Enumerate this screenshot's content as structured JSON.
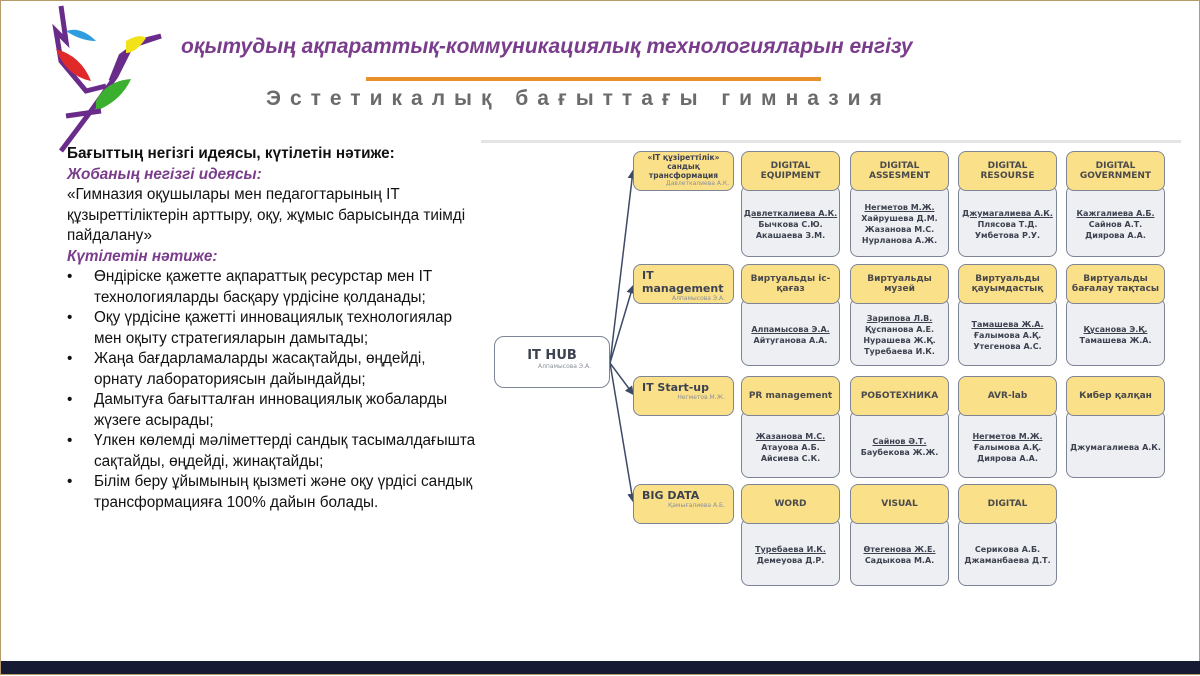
{
  "header": {
    "title": "оқытудың ақпараттық-коммуникациялық технологияларын енгізу",
    "subtitle": "Эстетикалық бағыттағы гимназия"
  },
  "left": {
    "heading": "Бағыттың негізгі идеясы, күтілетін нәтиже:",
    "idea_label": "Жобаның негізгі идеясы:",
    "idea_text": "«Гимназия оқушылары мен педагогтарының IT құзыреттіліктерін арттыру, оқу, жұмыс барысында тиімді пайдалану»",
    "result_label": "Күтілетін нәтиже:",
    "results": [
      "Өндіріске қажетте ақпараттық ресурстар мен IT технологияларды басқару үрдісіне қолданады;",
      "Оқу үрдісіне қажетті инновациялық технологиялар мен оқыту стратегияларын дамытады;",
      "Жаңа бағдарламаларды жасақтайды, өңдейді, орнату лабораториясын дайындайды;",
      "Дамытуға бағытталған инновациялық жобаларды жүзеге асырады;",
      "Үлкен  көлемді мәліметтерді сандық тасымалдағышта сақтайды, өңдейді, жинақтайды;",
      "Білім беру ұйымының қызметі және оқу үрдісі сандық трансформацияға 100% дайын болады."
    ]
  },
  "hub": {
    "label": "IT HUB",
    "lead": "Алпамысова Э.А."
  },
  "branches": [
    {
      "label": "«IT құзіреттілік» сандық трансформация",
      "lead": "Давлеткалиева А.К.",
      "units": [
        {
          "title": "DIGITAL EQUIPMENT",
          "lead": "Давлеткалиева А.К.",
          "members": [
            "Бычкова С.Ю.",
            "Акашаева З.М."
          ]
        },
        {
          "title": "DIGITAL ASSESMENT",
          "lead": "Негметов М.Ж.",
          "members": [
            "Хайрушева Д.М.",
            "Жазанова М.С.",
            "Нурланова А.Ж."
          ]
        },
        {
          "title": "DIGITAL RESOURSE",
          "lead": "Джумагалиева А.К.",
          "members": [
            "Плясова Т.Д.",
            "Умбетова Р.У."
          ]
        },
        {
          "title": "DIGITAL GOVERNMENT",
          "lead": "Кажгалиева А.Б.",
          "members": [
            "Сайнов А.Т.",
            "Диярова А.А."
          ]
        }
      ]
    },
    {
      "label": "IT management",
      "lead": "Алпамысова Э.А.",
      "units": [
        {
          "title": "Виртуальды іс-қағаз",
          "lead": "Алпамысова Э.А.",
          "members": [
            "Айтуганова А.А."
          ]
        },
        {
          "title": "Виртуальды музей",
          "lead": "Зарипова Л.В.",
          "members": [
            "Құспанова А.Е.",
            "Нурашева Ж.Қ.",
            "Туребаева И.К."
          ]
        },
        {
          "title": "Виртуальды қауымдастық",
          "lead": "Тамашева Ж.А.",
          "members": [
            "Ғалымова А.Қ.",
            "Утегенова А.С."
          ]
        },
        {
          "title": "Виртуальды бағалау тақтасы",
          "lead": "Құсанова Э.Қ.",
          "members": [
            "Тамашева Ж.А."
          ]
        }
      ]
    },
    {
      "label": "IT Start-up",
      "lead": "Негметов М.Ж.",
      "units": [
        {
          "title": "PR management",
          "lead": "Жазанова М.С.",
          "members": [
            "Атауова А.Б.",
            "Айсиева С.К."
          ]
        },
        {
          "title": "РОБОТЕХНИКА",
          "lead": "Сайнов Ә.Т.",
          "members": [
            "Баубекова Ж.Ж."
          ]
        },
        {
          "title": "AVR-lab",
          "lead": "Негметов М.Ж.",
          "members": [
            "Ғалымова А.Қ.",
            "Диярова А.А."
          ]
        },
        {
          "title": "Кибер қалқан",
          "lead": "",
          "members": [
            "Джумагалиева А.К."
          ]
        }
      ]
    },
    {
      "label": "BIG DATA",
      "lead": "Қамығалиева А.Б.",
      "units": [
        {
          "title": "WORD",
          "lead": "Туребаева И.К.",
          "members": [
            "Демеуова Д.Р."
          ]
        },
        {
          "title": "VISUAL",
          "lead": "Өтегенова Ж.Е.",
          "members": [
            "Садыкова М.А."
          ]
        },
        {
          "title": "DIGITAL",
          "lead": "",
          "members": [
            "Серикова А.Б.",
            "Джаманбаева Д.Т."
          ]
        }
      ]
    }
  ]
}
